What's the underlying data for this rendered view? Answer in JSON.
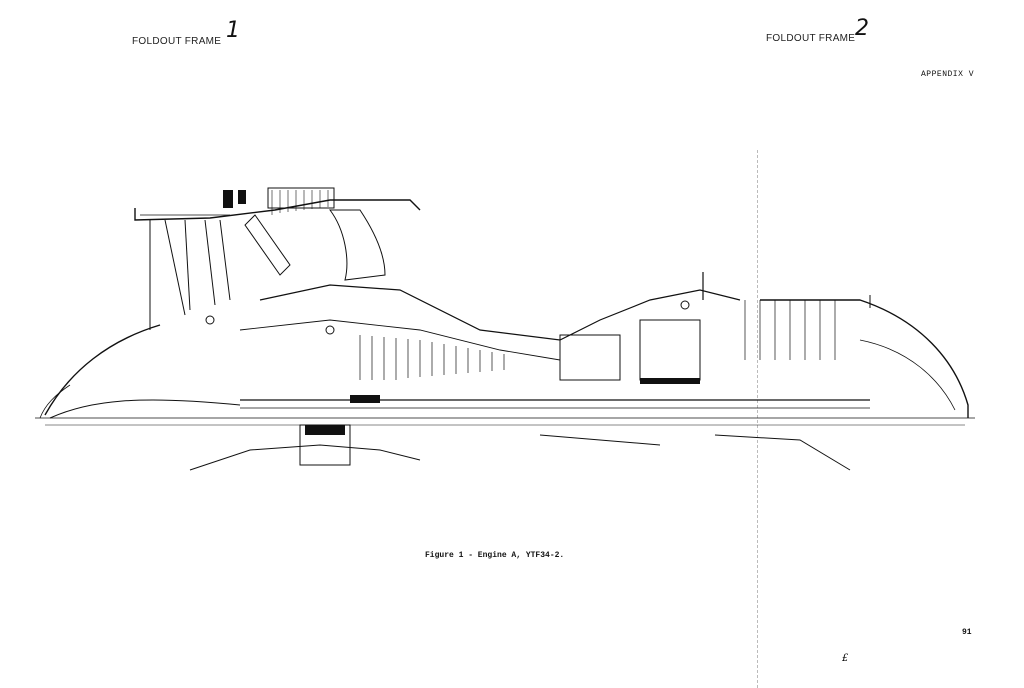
{
  "header": {
    "frame_left_label": "FOLDOUT FRAME",
    "frame_left_number": "1",
    "frame_right_label": "FOLDOUT FRAME",
    "frame_right_number": "2",
    "appendix": "APPENDIX V"
  },
  "figure": {
    "caption": "Figure 1 - Engine A, YTF34-2."
  },
  "footer": {
    "page_number": "91",
    "hand_mark": "£"
  }
}
